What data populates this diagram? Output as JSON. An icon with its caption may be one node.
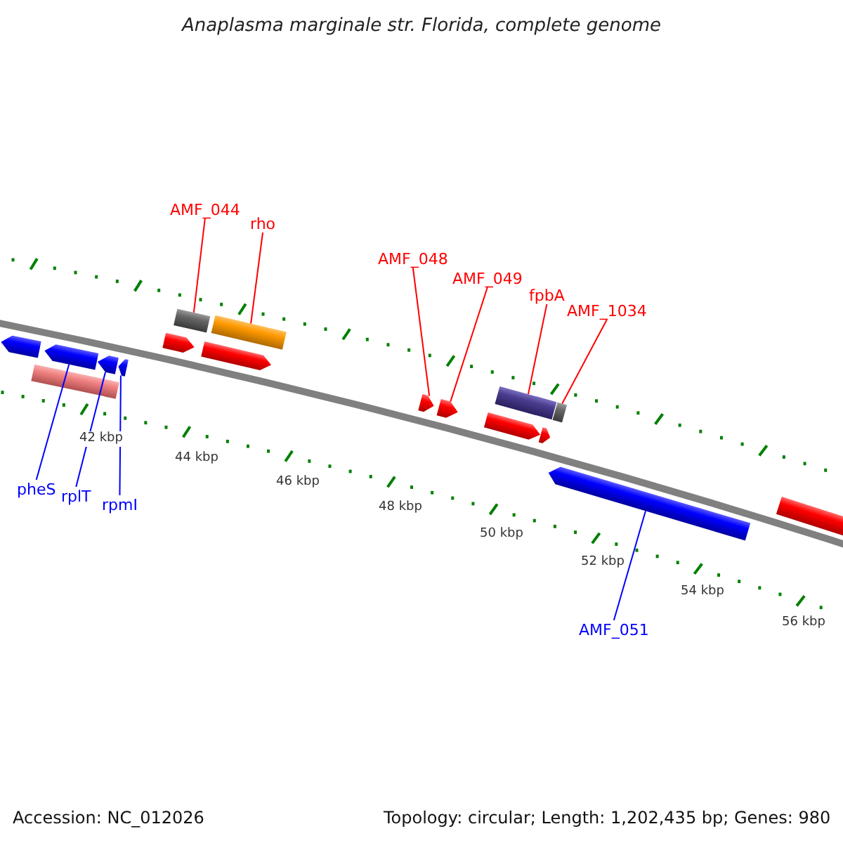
{
  "diagram": {
    "title": "Anaplasma marginale str. Florida, complete genome",
    "nodes": [
      {
        "text": [
          "AMF_044"
        ]
      },
      {
        "text": [
          "rho"
        ]
      },
      {
        "text": [
          "AMF_048"
        ]
      },
      {
        "text": [
          "AMF_049"
        ]
      },
      {
        "text": [
          "fpbA"
        ]
      },
      {
        "text": [
          "AMF_1034"
        ]
      },
      {
        "text": [
          "pheS"
        ]
      },
      {
        "text": [
          "rplT"
        ]
      },
      {
        "text": [
          "rpmI"
        ]
      },
      {
        "text": [
          "AMF_051"
        ]
      },
      {
        "text": [],
        "shape": "bar"
      },
      {
        "text": [],
        "shape": "bar"
      },
      {
        "text": [],
        "shape": "arrow"
      },
      {
        "text": [],
        "shape": "arrow"
      },
      {
        "text": [],
        "shape": "bar"
      },
      {
        "text": [],
        "shape": "bar"
      },
      {
        "text": [],
        "shape": "arrow"
      },
      {
        "text": [],
        "shape": "arrow"
      },
      {
        "text": [],
        "shape": "arrow"
      },
      {
        "text": [],
        "shape": "arrow"
      },
      {
        "text": [],
        "shape": "arrow"
      },
      {
        "text": [],
        "shape": "arrow"
      },
      {
        "text": [],
        "shape": "arrow"
      },
      {
        "text": [],
        "shape": "arrow"
      },
      {
        "text": [],
        "shape": "arrow"
      },
      {
        "text": [],
        "shape": "arrow"
      },
      {
        "text": [],
        "shape": "bar"
      },
      {
        "text": [],
        "shape": "bar"
      }
    ],
    "edges": [
      {
        "from": 0,
        "to": 10,
        "arrow": "none"
      },
      {
        "from": 1,
        "to": 11,
        "arrow": "none"
      },
      {
        "from": 2,
        "to": 12,
        "arrow": "none"
      },
      {
        "from": 3,
        "to": 13,
        "arrow": "none"
      },
      {
        "from": 4,
        "to": 14,
        "arrow": "none"
      },
      {
        "from": 5,
        "to": 15,
        "arrow": "none"
      },
      {
        "from": 6,
        "to": 16,
        "arrow": "none",
        "color": "#0000ff"
      },
      {
        "from": 7,
        "to": 17,
        "arrow": "none",
        "color": "#0000ff"
      },
      {
        "from": 8,
        "to": 18,
        "arrow": "none",
        "color": "#0000ff"
      },
      {
        "from": 9,
        "to": 19,
        "arrow": "none",
        "color": "#0000ff"
      }
    ],
    "labels": [
      "42 kbp",
      "44 kbp",
      "46 kbp",
      "48 kbp",
      "50 kbp",
      "52 kbp",
      "54 kbp",
      "56 kbp",
      "Accession: NC_012026",
      "Topology: circular; Length: 1,202,435 bp; Genes: 980"
    ]
  }
}
